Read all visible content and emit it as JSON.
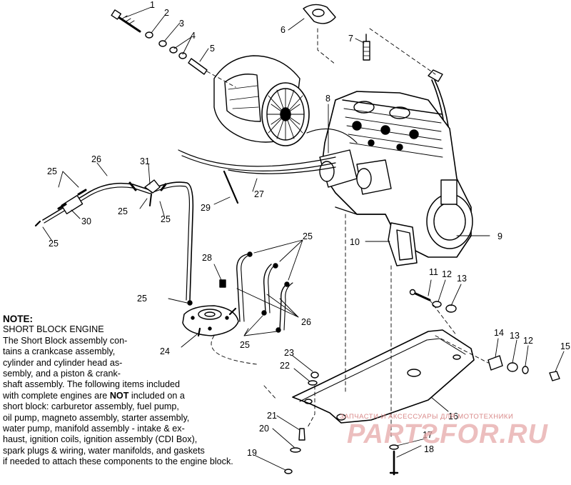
{
  "note": {
    "title": "NOTE:",
    "lines": [
      "SHORT BLOCK ENGINE",
      "The Short Block assembly con-",
      "tains a crankcase assembly,",
      "cylinder and cylinder head as-",
      "sembly, and a piston & crank-",
      "shaft assembly.  The following items included",
      "with complete engines are NOT included on a",
      "short block:  carburetor assembly, fuel pump,",
      "oil pump, magneto assembly, starter assembly,",
      "water pump, manifold assembly - intake & ex-",
      "haust, ignition coils, ignition assembly (CDI Box),",
      "spark plugs & wiring, water manifolds, and gaskets",
      "if needed to attach these components to the engine block."
    ]
  },
  "callouts": {
    "c1": "1",
    "c2": "2",
    "c3": "3",
    "c4": "4",
    "c5": "5",
    "c6": "6",
    "c7": "7",
    "c8": "8",
    "c9": "9",
    "c10": "10",
    "c11": "11",
    "c12a": "12",
    "c13a": "13",
    "c14": "14",
    "c13b": "13",
    "c12b": "12",
    "c15": "15",
    "c16": "16",
    "c17": "17",
    "c18": "18",
    "c19": "19",
    "c20": "20",
    "c21": "21",
    "c22": "22",
    "c23": "23",
    "c24": "24",
    "c25a": "25",
    "c25b": "25",
    "c25c": "25",
    "c25d": "25",
    "c25e": "25",
    "c25f": "25",
    "c25g": "25",
    "c26a": "26",
    "c26b": "26",
    "c27": "27",
    "c28": "28",
    "c29": "29",
    "c30": "30",
    "c31": "31"
  },
  "watermark": {
    "caption": "ЗАПЧАСТИ И АКСЕССУАРЫ ДЛЯ МОТОТЕХНИКИ",
    "brand_left": "PART",
    "brand_rev": "S",
    "brand_right": "FOR.RU"
  }
}
